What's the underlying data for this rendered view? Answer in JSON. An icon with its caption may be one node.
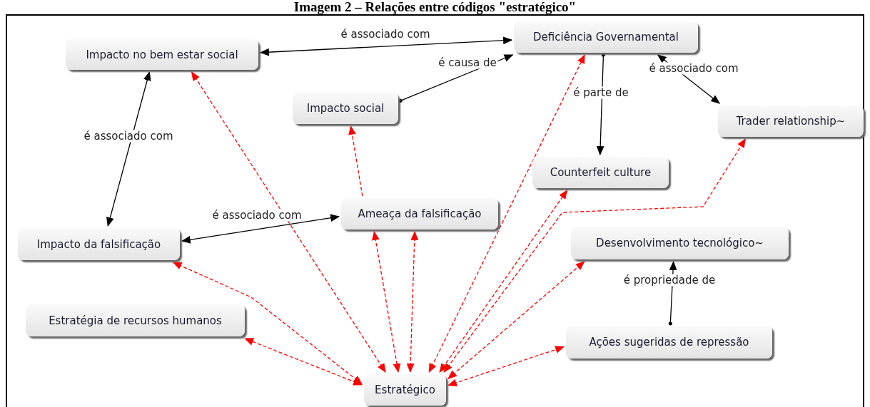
{
  "diagram": {
    "title": "Imagem 2 – Relações entre códigos \"estratégico\"",
    "nodes": [
      {
        "text": [
          "Impacto no bem estar social"
        ]
      },
      {
        "text": [
          "Deficiência Governamental"
        ]
      },
      {
        "text": [
          "Impacto social"
        ]
      },
      {
        "text": [
          "Trader relationship~"
        ]
      },
      {
        "text": [
          "Counterfeit culture"
        ]
      },
      {
        "text": [
          "Ameaça da falsificação"
        ]
      },
      {
        "text": [
          "Impacto da falsificação"
        ]
      },
      {
        "text": [
          "Desenvolvimento tecnológico~"
        ]
      },
      {
        "text": [
          "Estratégia de recursos humanos"
        ]
      },
      {
        "text": [
          "Ações sugeridas de repressão"
        ]
      },
      {
        "text": [
          "Estratégico"
        ]
      }
    ],
    "edges": [
      {
        "from": 0,
        "to": 1,
        "arrow": "both",
        "label": "é associado com",
        "color": "#000000"
      },
      {
        "from": 2,
        "to": 1,
        "arrow": "to",
        "label": "é causa de",
        "color": "#000000"
      },
      {
        "from": 1,
        "to": 4,
        "arrow": "to",
        "label": "é parte de",
        "color": "#000000"
      },
      {
        "from": 1,
        "to": 3,
        "arrow": "both",
        "label": "é associado com",
        "color": "#000000"
      },
      {
        "from": 0,
        "to": 6,
        "arrow": "both",
        "label": "é associado com",
        "color": "#000000"
      },
      {
        "from": 6,
        "to": 5,
        "arrow": "both",
        "label": "é associado com",
        "color": "#000000"
      },
      {
        "from": 9,
        "to": 7,
        "arrow": "to",
        "label": "é propriedade de",
        "color": "#000000"
      },
      {
        "from": 10,
        "to": 0,
        "arrow": "both",
        "style": "dashed",
        "color": "#ff0000"
      },
      {
        "from": 5,
        "to": 2,
        "arrow": "to",
        "style": "dashed",
        "color": "#ff0000"
      },
      {
        "from": 5,
        "to": 10,
        "arrow": "both",
        "style": "dashed",
        "color": "#ff0000"
      },
      {
        "from": 10,
        "to": 5,
        "arrow": "both",
        "style": "dashed",
        "color": "#ff0000"
      },
      {
        "from": 10,
        "to": 1,
        "arrow": "both",
        "style": "dashed",
        "color": "#ff0000"
      },
      {
        "from": 10,
        "to": 4,
        "arrow": "both",
        "style": "dashed",
        "color": "#ff0000"
      },
      {
        "from": 10,
        "to": 3,
        "arrow": "both",
        "style": "dashed",
        "color": "#ff0000"
      },
      {
        "from": 10,
        "to": 7,
        "arrow": "both",
        "style": "dashed",
        "color": "#ff0000"
      },
      {
        "from": 10,
        "to": 6,
        "arrow": "both",
        "style": "dashed",
        "color": "#ff0000"
      },
      {
        "from": 10,
        "to": 8,
        "arrow": "both",
        "style": "dashed",
        "color": "#ff0000"
      },
      {
        "from": 10,
        "to": 9,
        "arrow": "both",
        "style": "dashed",
        "color": "#ff0000"
      }
    ]
  }
}
